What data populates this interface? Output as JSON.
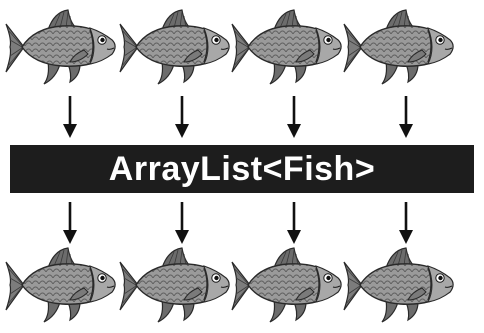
{
  "diagram": {
    "container_label": "ArrayList<Fish>",
    "fish_count_top": 4,
    "fish_count_bottom": 4,
    "colors": {
      "banner_background": "#1d1d1d",
      "banner_text": "#ffffff",
      "fish_body": "#8f8f8f",
      "fish_fin": "#6a6a6a",
      "arrow": "#111111"
    },
    "icons": {
      "item": "fish-icon",
      "connector": "arrow-down-icon"
    }
  }
}
